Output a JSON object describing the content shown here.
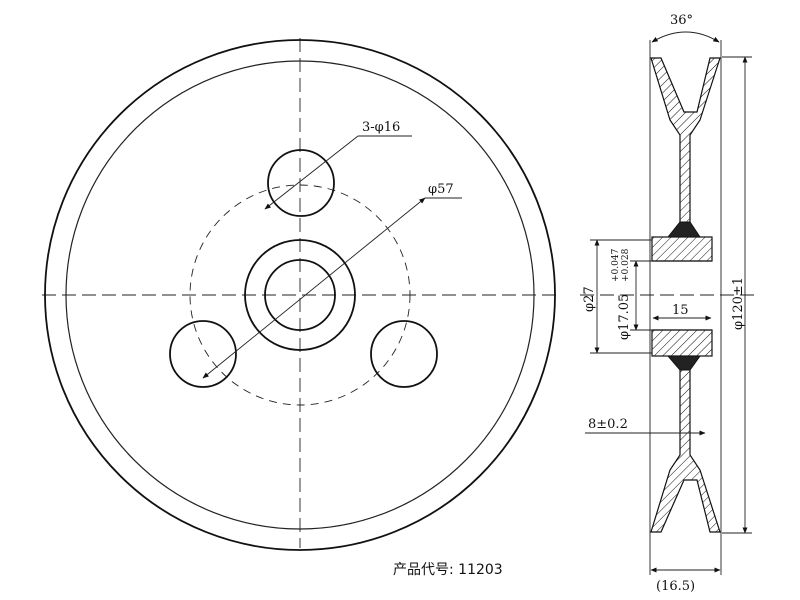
{
  "front_view": {
    "hole_callout": "3-φ16",
    "pcd_callout": "φ57"
  },
  "side_view": {
    "groove_angle": "36°",
    "outer_diameter": "φ120±1",
    "hub_diameter": "φ27",
    "bore_diameter": "φ17.05",
    "bore_tol_upper": "+0.047",
    "bore_tol_lower": "+0.028",
    "hub_length": "15",
    "web_thickness": "8±0.2",
    "total_width": "(16.5)"
  },
  "product_code": "产品代号: 11203",
  "colors": {
    "line": "#222222",
    "background": "#ffffff"
  }
}
